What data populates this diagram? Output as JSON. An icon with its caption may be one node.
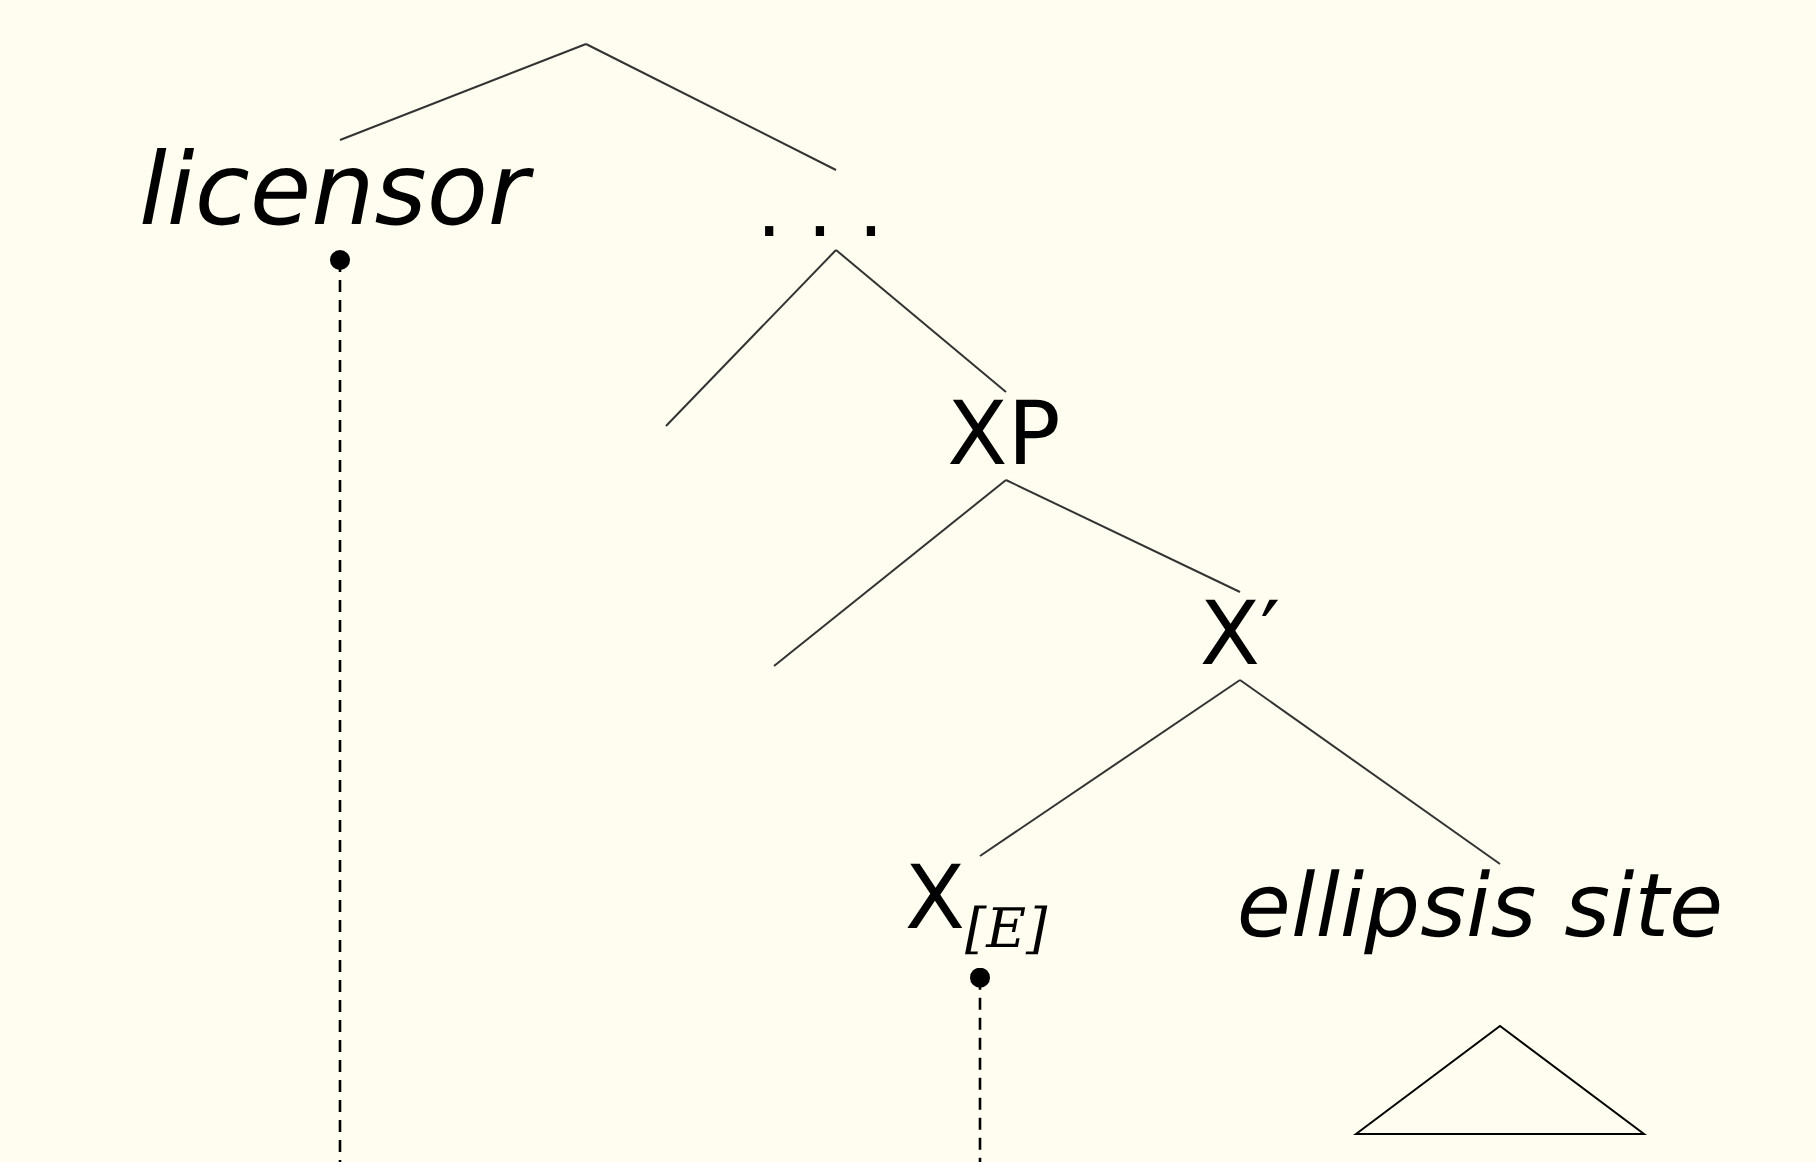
{
  "diagram": {
    "nodes": [
      {
        "text": [
          "licensor"
        ]
      },
      {
        "text": [
          ". . ."
        ]
      },
      {
        "text": [
          "XP"
        ]
      },
      {
        "text": [
          "X′"
        ]
      },
      {
        "text": [
          "X$_{[E]}$"
        ]
      },
      {
        "text": [
          "ellipsis site"
        ]
      },
      {
        "text": [],
        "shape": "triangle"
      }
    ],
    "edges": [
      {
        "from": null,
        "to": 0,
        "arrow": "none"
      },
      {
        "from": null,
        "to": 1,
        "arrow": "none"
      },
      {
        "from": 1,
        "to": 2,
        "arrow": "none"
      },
      {
        "from": 1,
        "to": null,
        "arrow": "none"
      },
      {
        "from": 2,
        "to": 3,
        "arrow": "none"
      },
      {
        "from": 2,
        "to": null,
        "arrow": "none"
      },
      {
        "from": 3,
        "to": 4,
        "arrow": "none"
      },
      {
        "from": 3,
        "to": 5,
        "arrow": "none"
      },
      {
        "from": 0,
        "to": null,
        "arrow": "other",
        "style": "dashed"
      },
      {
        "from": 4,
        "to": null,
        "arrow": "other",
        "style": "dashed"
      }
    ]
  }
}
